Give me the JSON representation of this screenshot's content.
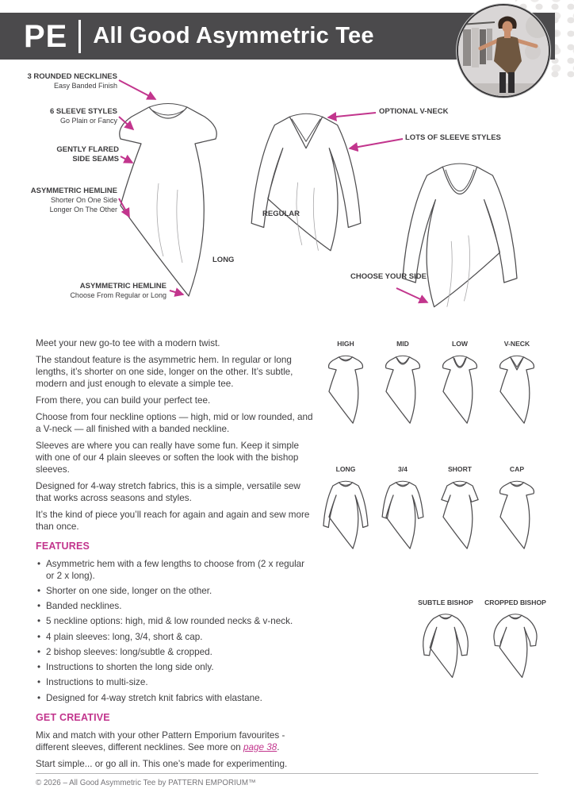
{
  "header": {
    "logo": "PE",
    "title": "All Good Asymmetric Tee"
  },
  "diagram": {
    "c1": {
      "t": "3 ROUNDED NECKLINES",
      "s": "Easy Banded Finish"
    },
    "c2": {
      "t": "6 SLEEVE STYLES",
      "s": "Go Plain or Fancy"
    },
    "c3": {
      "t": "GENTLY FLARED",
      "s": "SIDE SEAMS"
    },
    "c4": {
      "t": "ASYMMETRIC HEMLINE",
      "s1": "Shorter On One Side",
      "s2": "Longer On The Other"
    },
    "c5": {
      "t": "ASYMMETRIC HEMLINE",
      "s": "Choose From Regular or Long"
    },
    "c6": {
      "t": "OPTIONAL V-NECK"
    },
    "c7": {
      "t": "LOTS OF SLEEVE STYLES"
    },
    "c8": {
      "t": "CHOOSE YOUR SIDE"
    },
    "regular_label": "REGULAR",
    "long_label": "LONG"
  },
  "intro": [
    "Meet your new go-to tee with a modern twist.",
    "The standout feature is the asymmetric hem. In regular or long lengths, it’s shorter on one side, longer on the other. It’s subtle, modern and just enough to elevate a simple tee.",
    "From there, you can build your perfect tee.",
    "Choose from four neckline options — high, mid or low rounded, and a V-neck — all finished with a banded neckline.",
    "Sleeves are where you can really have some fun. Keep it simple with one of our 4 plain sleeves or soften the look with the bishop sleeves.",
    "Designed for 4-way stretch fabrics, this is a simple, versatile sew that works across seasons and styles.",
    "It’s the kind of piece you’ll reach for again and again and sew more than once."
  ],
  "features": {
    "heading": "FEATURES",
    "items": [
      "Asymmetric hem with a few lengths to choose from (2 x regular or 2 x long).",
      "Shorter on one side, longer on the other.",
      "Banded necklines.",
      "5 neckline options: high, mid & low rounded necks & v-neck.",
      "4 plain sleeves: long, 3/4, short & cap.",
      "2 bishop sleeves: long/subtle & cropped.",
      "Instructions to shorten the long side only.",
      "Instructions to multi-size.",
      "Designed for 4-way stretch knit fabrics with elastane."
    ]
  },
  "creative": {
    "heading": "GET CREATIVE",
    "p1_pre": "Mix and match with your other Pattern Emporium favourites - different sleeves, different necklines. See more on ",
    "p1_link": "page 38",
    "p1_post": ".",
    "p2": "Start simple... or go all in. This one’s made for experimenting."
  },
  "thumbs": {
    "row1": [
      "HIGH",
      "MID",
      "LOW",
      "V-NECK"
    ],
    "row2": [
      "LONG",
      "3/4",
      "SHORT",
      "CAP"
    ],
    "row3": [
      "SUBTLE BISHOP",
      "CROPPED BISHOP"
    ]
  },
  "footer": "© 2026 – All Good Asymmetric Tee by PATTERN EMPORIUM™"
}
